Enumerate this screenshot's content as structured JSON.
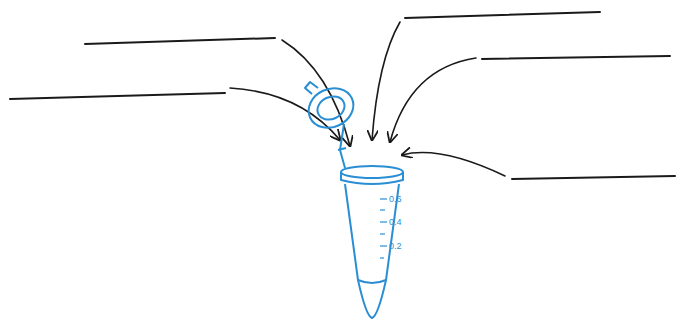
{
  "diagram": {
    "labels": [
      "0.6",
      "0.4",
      "0.2"
    ]
  }
}
